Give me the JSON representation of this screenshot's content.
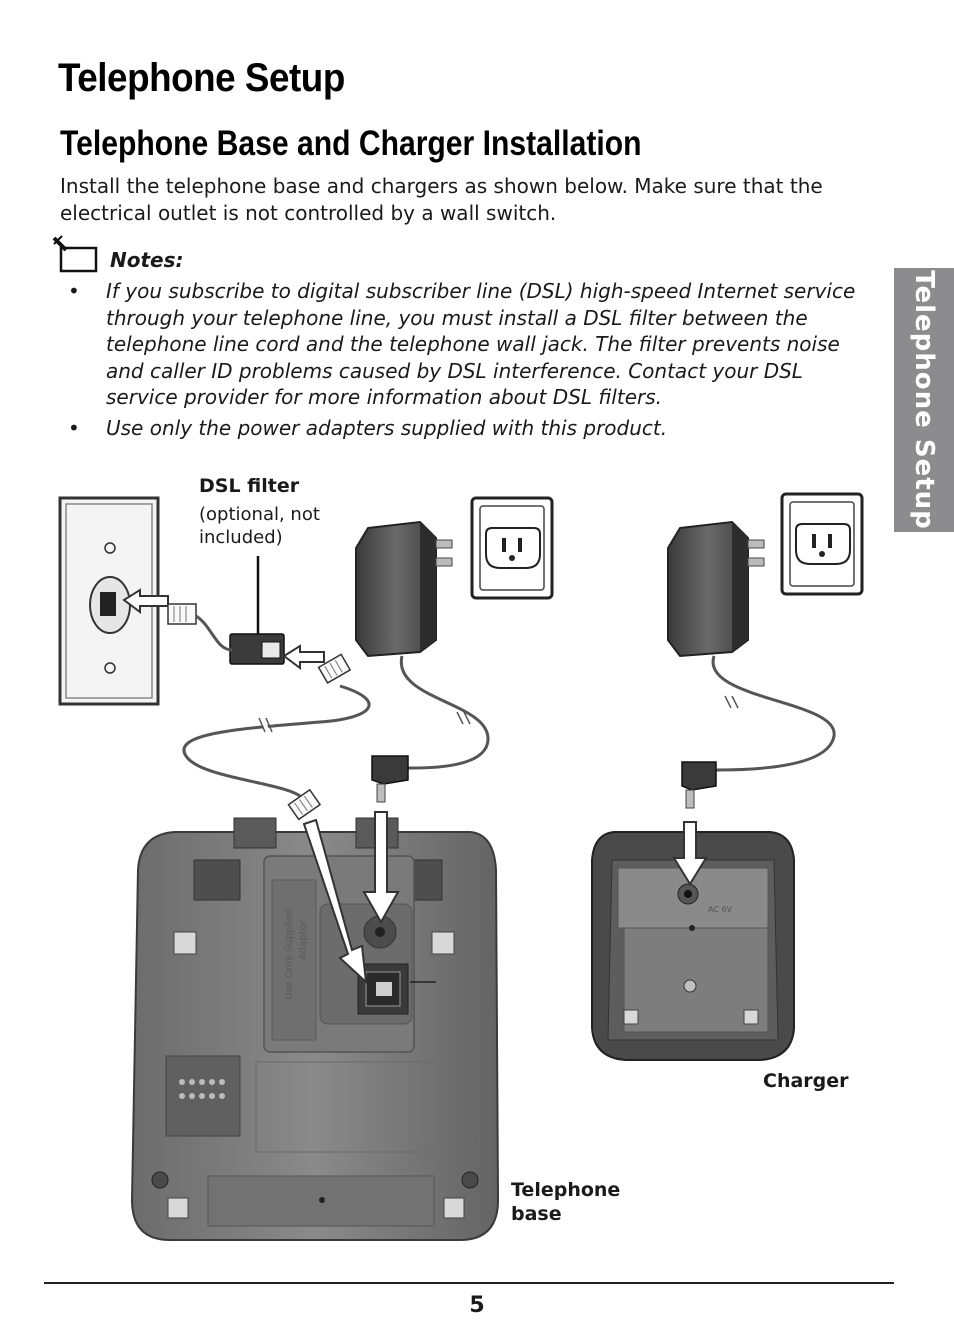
{
  "page_title": "Telephone Setup",
  "section_title": "Telephone Base and Charger Installation",
  "intro": "Install the telephone base and chargers as shown below. Make sure that the electrical outlet is not controlled by a wall switch.",
  "notes": {
    "label": "Notes:",
    "bullet": "•",
    "items": [
      "If you subscribe to digital subscriber line (DSL) high-speed Internet service through your telephone line, you must install a DSL filter between the telephone line cord and the telephone wall jack. The filter prevents noise and caller ID problems caused by DSL interference. Contact your DSL service provider for more information about DSL filters.",
      "Use only the power adapters supplied with this product."
    ]
  },
  "side_tab": "Telephone Setup",
  "diagram": {
    "dsl_filter_label": "DSL filter",
    "dsl_filter_note_line1": "(optional, not",
    "dsl_filter_note_line2": "included)",
    "charger_label": "Charger",
    "base_label_line1": "Telephone",
    "base_label_line2": "base",
    "base_embossed_text_line1": "Use Only Supplied",
    "base_embossed_text_line2": "Adaptor",
    "charger_embossed_text": "AC 6V"
  },
  "page_number": "5"
}
